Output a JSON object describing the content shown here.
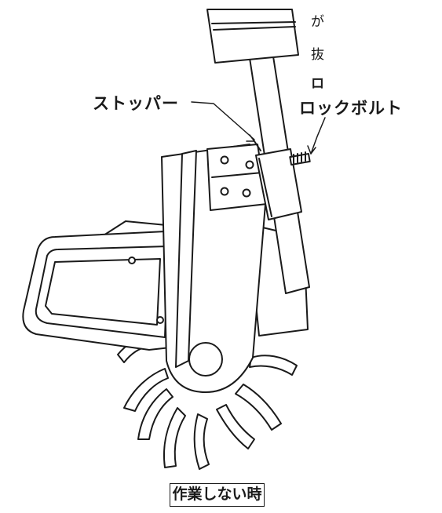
{
  "fragments": [
    "が",
    "抜",
    "ロ"
  ],
  "labels": {
    "stopper": "ストッパー",
    "lock_bolt": "ロックボルト"
  },
  "caption": "作業しない時"
}
